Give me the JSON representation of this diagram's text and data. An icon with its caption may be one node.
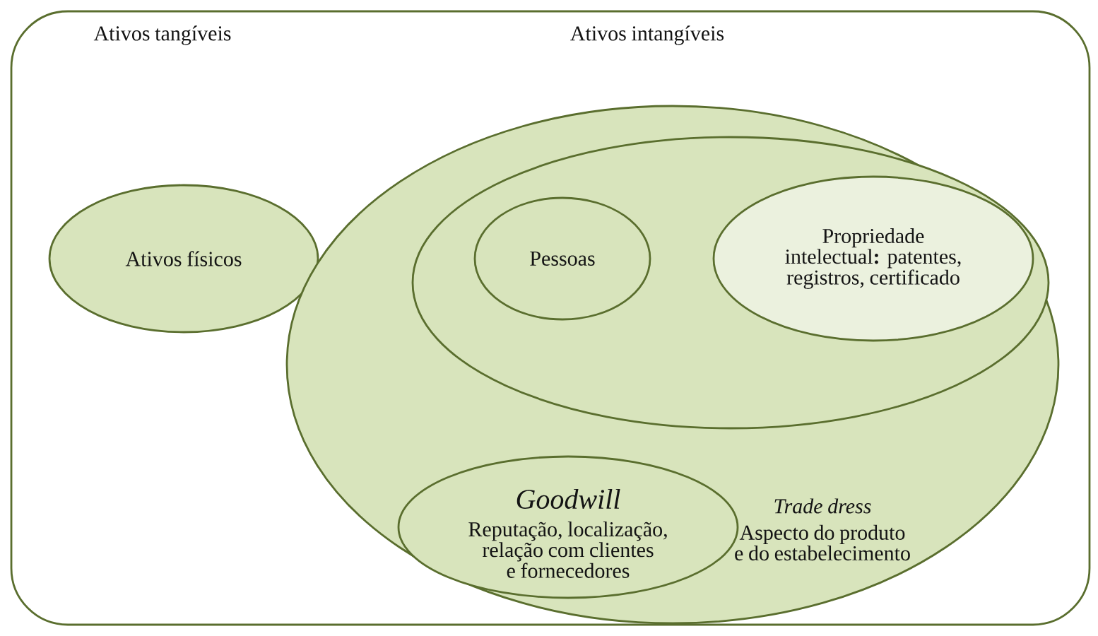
{
  "diagram": {
    "nodes": [
      {
        "text": [
          "Ativos tangíveis"
        ]
      },
      {
        "text": [
          "Ativos físicos"
        ],
        "in": 0
      },
      {
        "text": [
          "Ativos intangíveis",
          "Trade dress",
          "Aspecto do produto e do estabelecimento"
        ],
        "in": 0
      },
      {
        "text": [],
        "shape": "ellipse",
        "in": 2
      },
      {
        "text": [
          "Pessoas"
        ],
        "in": 3
      },
      {
        "text": [
          "Propriedade intelectual**:** patentes, registros, certificado"
        ],
        "in": 3
      },
      {
        "text": [
          "Goodwill",
          "Reputação, localização, relação com clientes e fornecedores"
        ],
        "in": 2
      }
    ]
  }
}
